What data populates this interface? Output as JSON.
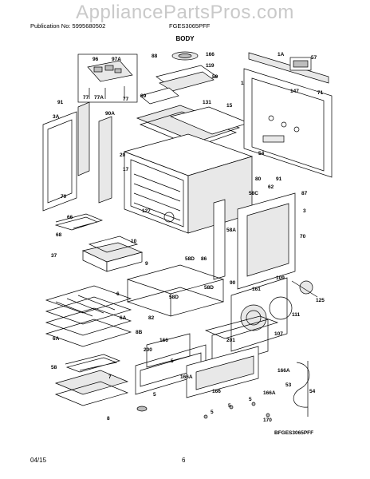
{
  "watermark": "AppliancePartsPros.com",
  "header": {
    "publication": "Publication No: 5995680502",
    "model": "FGES3065PFF"
  },
  "title": "BODY",
  "footer": {
    "date": "04/15",
    "page": "6"
  },
  "reference_code": "BFGES3065PFF",
  "callouts": {
    "c1": "96",
    "c2": "97A",
    "c3": "77",
    "c4": "77A",
    "c5": "77",
    "c6": "88",
    "c7": "166",
    "c8": "119",
    "c9": "59",
    "c10": "89",
    "c11": "131",
    "c12": "15",
    "c13": "1A",
    "c14": "57",
    "c15": "1",
    "c16": "147",
    "c17": "71",
    "c18": "91",
    "c19": "3A",
    "c20": "90A",
    "c21": "20",
    "c22": "17",
    "c23": "70",
    "c24": "54",
    "c25": "80",
    "c26": "91",
    "c27": "62",
    "c28": "58C",
    "c29": "127",
    "c30": "87",
    "c31": "3",
    "c32": "66",
    "c33": "68",
    "c34": "58A",
    "c35": "70",
    "c36": "10",
    "c37": "37",
    "c38": "9",
    "c39": "58D",
    "c40": "86",
    "c41": "90",
    "c42": "58D",
    "c43": "109",
    "c44": "161",
    "c45": "6",
    "c46": "58D",
    "c47": "125",
    "c48": "6A",
    "c49": "82",
    "c50": "111",
    "c51": "8B",
    "c52": "107",
    "c53": "6A",
    "c54": "200",
    "c55": "166",
    "c56": "201",
    "c57": "58",
    "c58": "166A",
    "c59": "7",
    "c60": "5",
    "c61": "166A",
    "c62": "166",
    "c63": "8",
    "c64": "5",
    "c65": "166A",
    "c66": "53",
    "c67": "54",
    "c68": "5",
    "c69": "170",
    "c70": "5",
    "c71": "5"
  }
}
